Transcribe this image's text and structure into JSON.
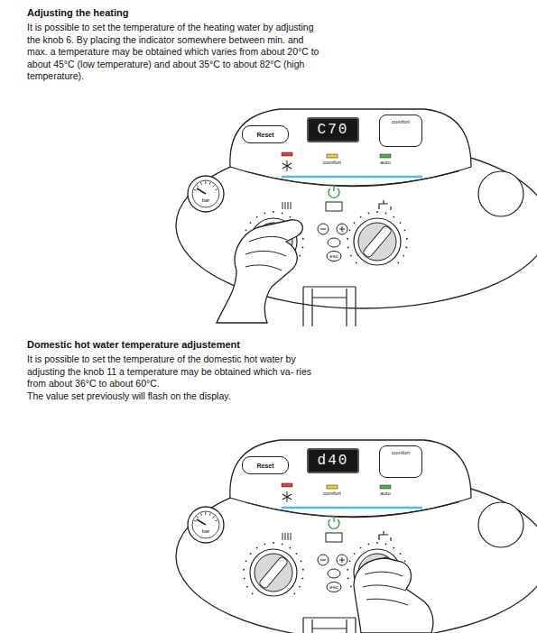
{
  "diagram": {
    "nodes": [
      {
        "text": [
          "C70"
        ]
      },
      {
        "text": [
          "Reset"
        ]
      },
      {
        "text": [
          "comfort"
        ]
      },
      {
        "text": [
          "d40"
        ]
      },
      {
        "text": [
          "Reset"
        ]
      },
      {
        "text": [
          "comfort"
        ]
      }
    ],
    "labels": [
      "Adjusting the heating",
      "It is possible to set the temperature of the heating water by adjusting the knob 6. By placing the indicator somewhere between min. and max. a temperature may be obtained which varies from about 20°C to about 45°C (low temperature) and about 35°C to about 82°C (high temperature).",
      "comfort",
      "auto",
      "bar",
      "esc",
      "Domestic hot water temperature adjustement",
      "It is possible to set the temperature of the domestic hot water by adjusting the knob 11 a temperature may be obtained which va- ries from about 36°C to about 60°C.",
      "The value set previously will flash on the display.",
      "comfort",
      "auto",
      "bar",
      "esc"
    ]
  }
}
